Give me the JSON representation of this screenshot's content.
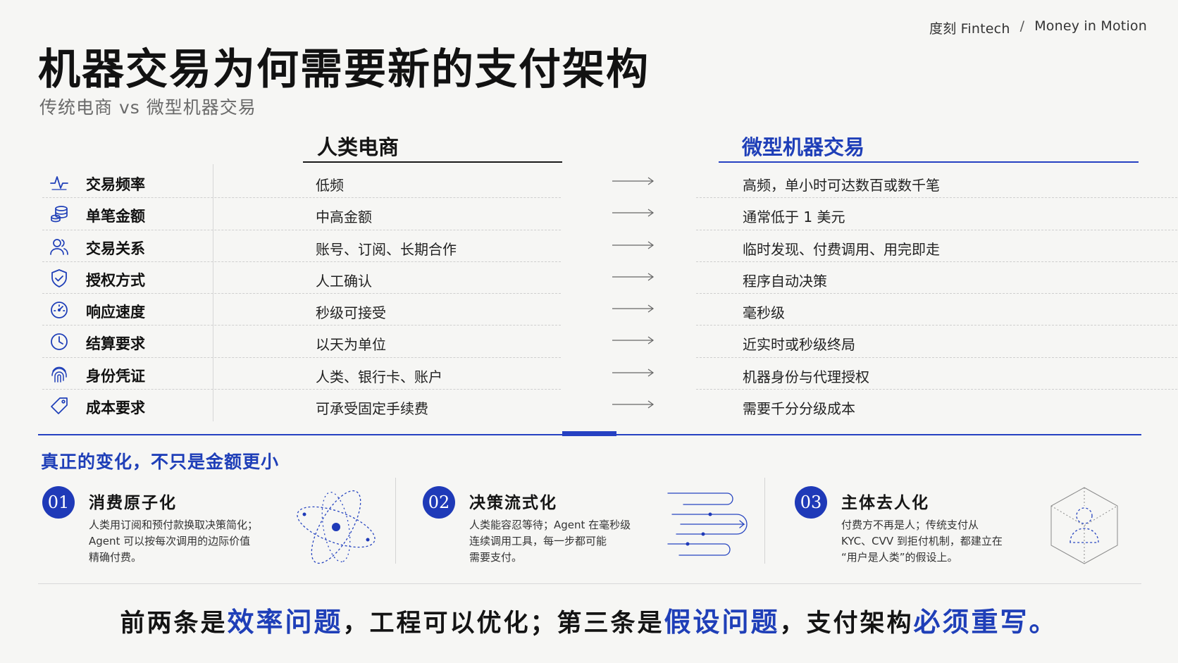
{
  "brand": {
    "company": "度刻 Fintech",
    "separator": "/",
    "tagline": "Money in Motion"
  },
  "title": "机器交易为何需要新的支付架构",
  "subtitle": "传统电商 vs 微型机器交易",
  "columns": {
    "human": "人类电商",
    "machine": "微型机器交易"
  },
  "rows": [
    {
      "icon": "pulse-icon",
      "label": "交易频率",
      "human": "低频",
      "machine": "高频，单小时可达数百或数千笔"
    },
    {
      "icon": "coins-icon",
      "label": "单笔金额",
      "human": "中高金额",
      "machine": "通常低于 1 美元"
    },
    {
      "icon": "users-icon",
      "label": "交易关系",
      "human": "账号、订阅、长期合作",
      "machine": "临时发现、付费调用、用完即走"
    },
    {
      "icon": "shield-check-icon",
      "label": "授权方式",
      "human": "人工确认",
      "machine": "程序自动决策"
    },
    {
      "icon": "speedometer-icon",
      "label": "响应速度",
      "human": "秒级可接受",
      "machine": "毫秒级"
    },
    {
      "icon": "clock-icon",
      "label": "结算要求",
      "human": "以天为单位",
      "machine": "近实时或秒级终局"
    },
    {
      "icon": "fingerprint-icon",
      "label": "身份凭证",
      "human": "人类、银行卡、账户",
      "machine": "机器身份与代理授权"
    },
    {
      "icon": "price-tag-icon",
      "label": "成本要求",
      "human": "可承受固定手续费",
      "machine": "需要千分分级成本"
    }
  ],
  "section_title": "真正的变化，不只是金额更小",
  "cards": [
    {
      "num": "01",
      "title": "消费原子化",
      "desc": [
        "人类用订阅和预付款换取决策简化；",
        "Agent 可以按每次调用的边际价值",
        "精确付费。"
      ],
      "icon": "atom-icon"
    },
    {
      "num": "02",
      "title": "决策流式化",
      "desc": [
        "人类能容忍等待；Agent 在毫秒级",
        "连续调用工具，每一步都可能",
        "需要支付。"
      ],
      "icon": "flow-lines-icon"
    },
    {
      "num": "03",
      "title": "主体去人化",
      "desc": [
        "付费方不再是人；传统支付从",
        "KYC、CVV 到拒付机制，都建立在",
        "“用户是人类”的假设上。"
      ],
      "icon": "person-cube-icon"
    }
  ],
  "conclusion": {
    "p1": "前两条是",
    "h1": "效率问题",
    "p2": "，工程可以优化；第三条是",
    "h2": "假设问题",
    "p3": "，支付架构",
    "h3": "必须重写",
    "p4": "。"
  },
  "colors": {
    "accent": "#1f3fb8",
    "text": "#141414",
    "background": "#f6f6f4"
  }
}
